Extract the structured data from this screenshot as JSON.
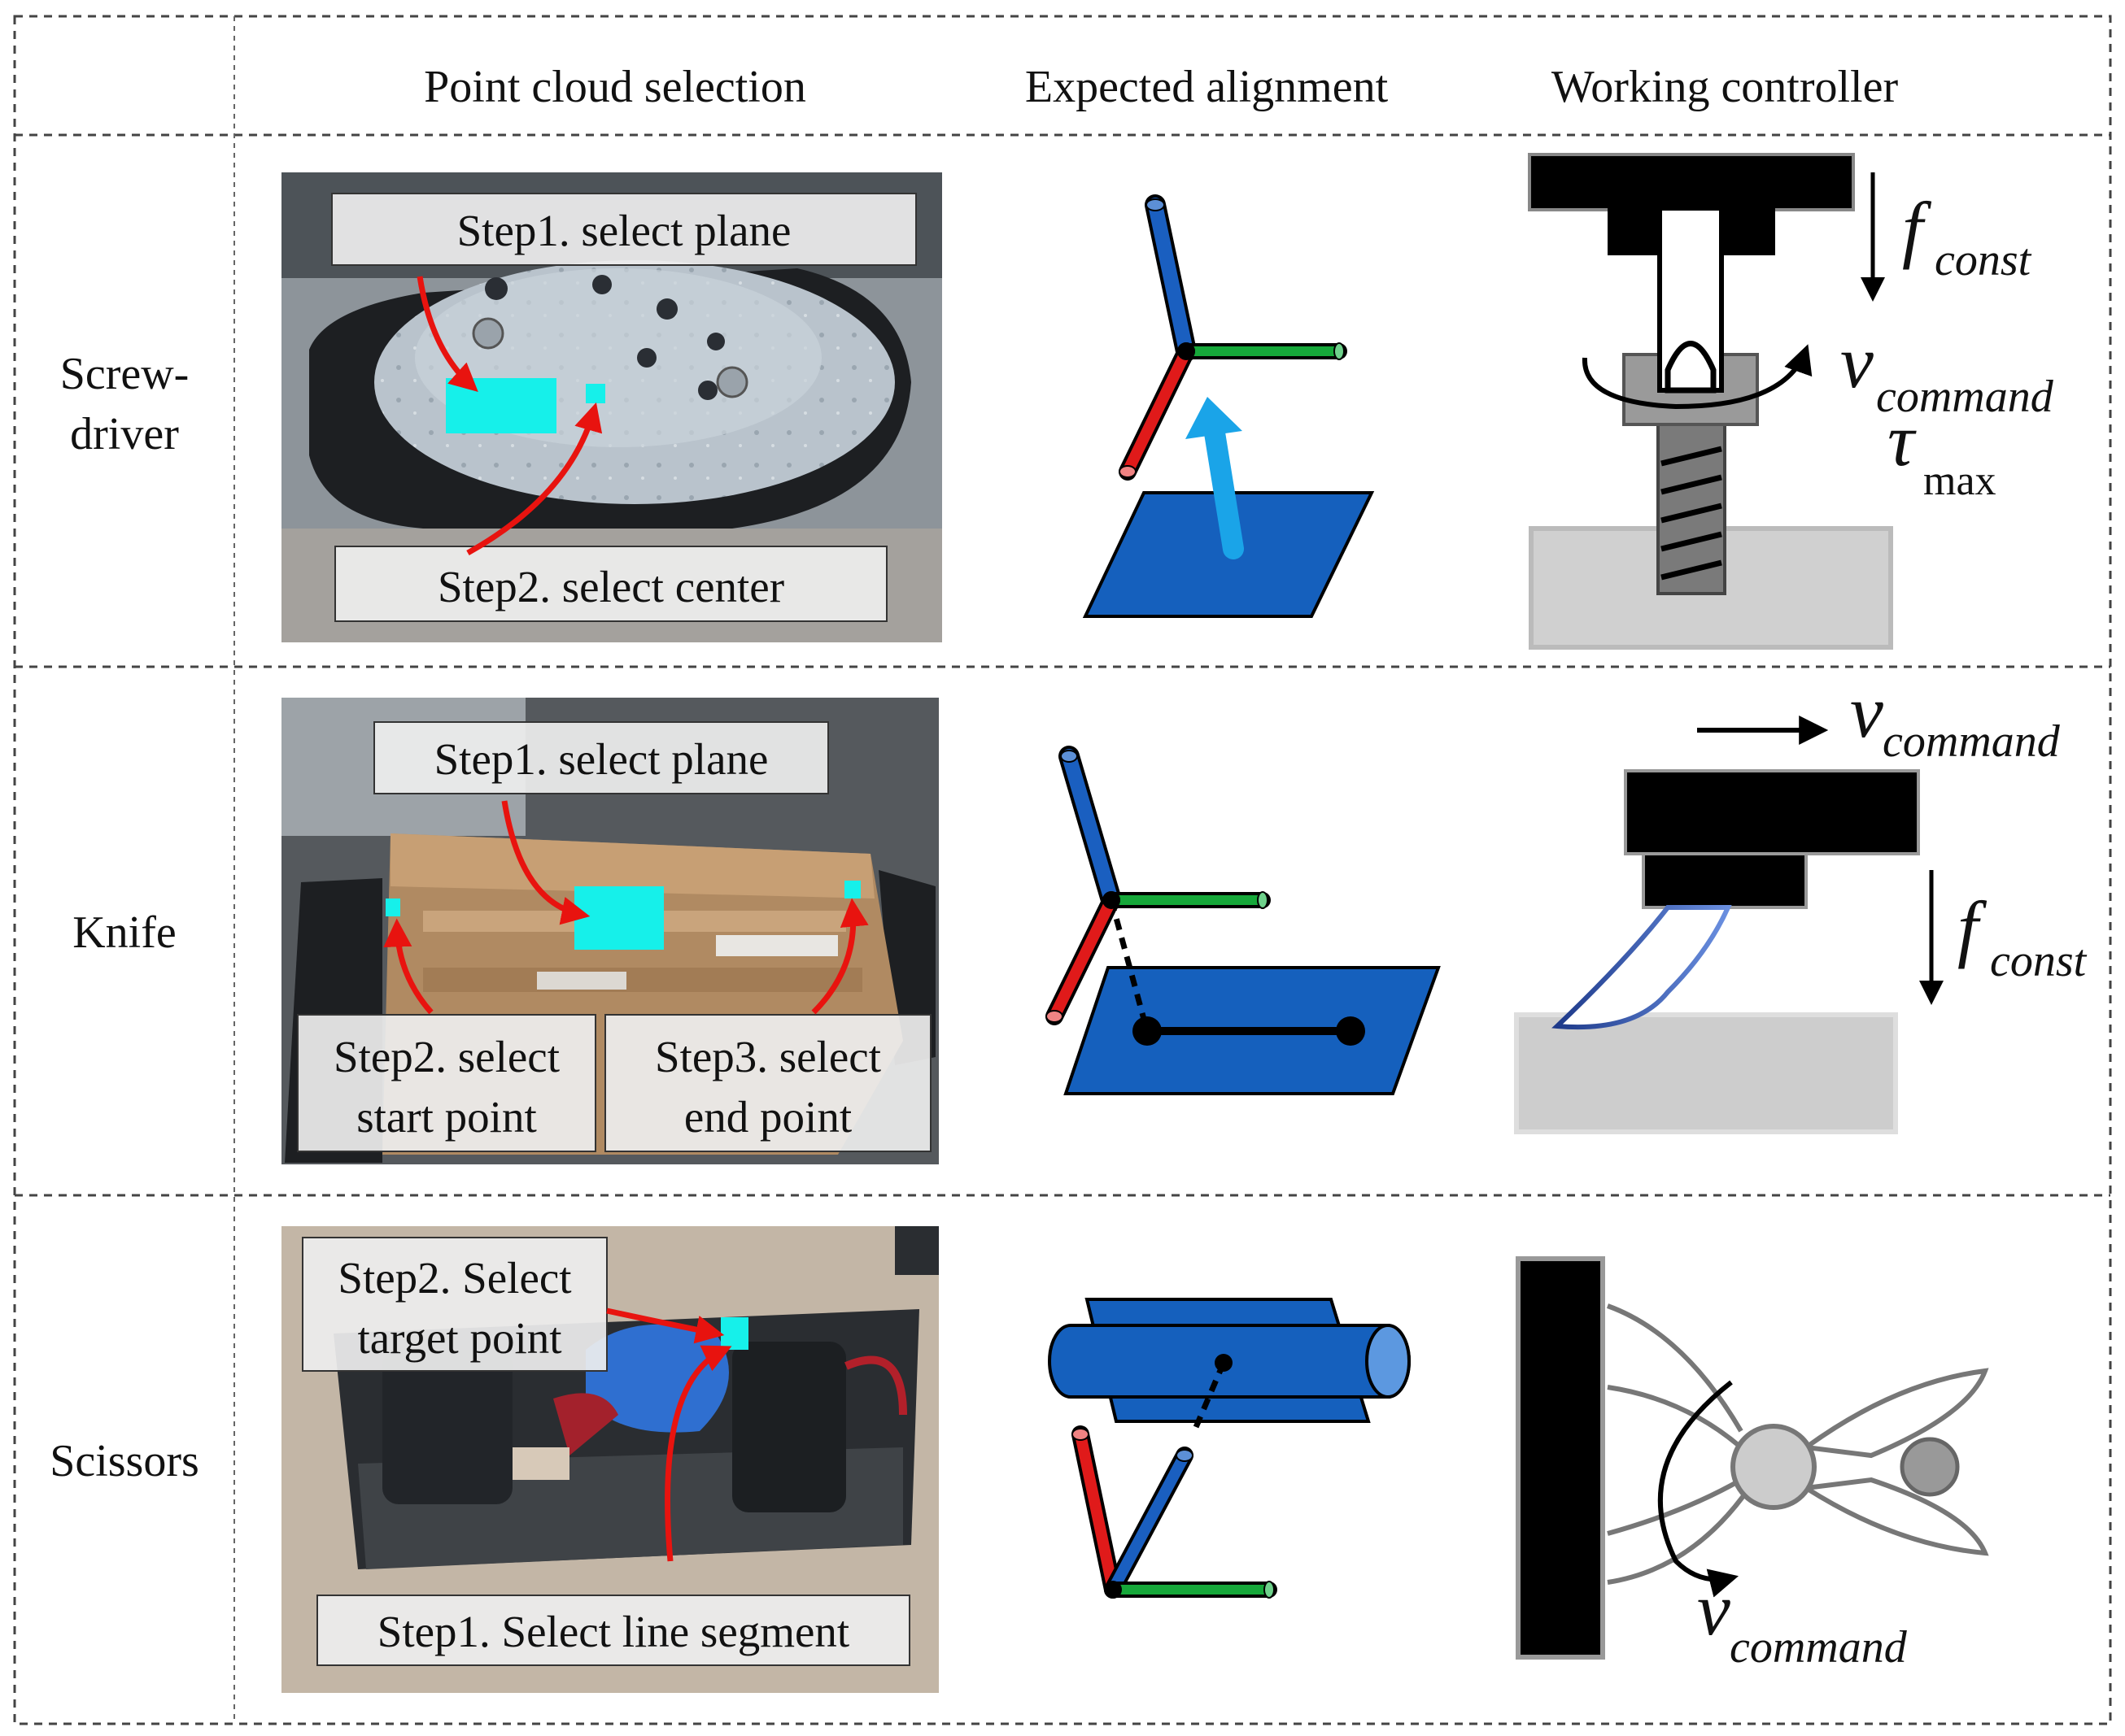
{
  "headers": {
    "col1": "Point cloud selection",
    "col2": "Expected alignment",
    "col3": "Working controller"
  },
  "rows": [
    {
      "label_line1": "Screw-",
      "label_line2": "driver",
      "steps": [
        "Step1. select plane",
        "Step2. select center"
      ],
      "math": {
        "force": "f",
        "force_sub": "const",
        "velocity": "v",
        "velocity_sub": "command",
        "torque": "τ",
        "torque_sub": "max"
      }
    },
    {
      "label_line1": "Knife",
      "steps": [
        "Step1. select plane",
        "Step2. select",
        "start point",
        "Step3. select",
        "end point"
      ],
      "math": {
        "velocity": "v",
        "velocity_sub": "command",
        "force": "f",
        "force_sub": "const"
      }
    },
    {
      "label_line1": "Scissors",
      "steps": [
        "Step2. Select",
        "target point",
        "Step1. Select line segment"
      ],
      "math": {
        "velocity": "v",
        "velocity_sub": "command"
      }
    }
  ],
  "colors": {
    "axis_x": "#e01a1a",
    "axis_y": "#16a83a",
    "axis_z": "#1a5fc0",
    "plane": "#1560bd",
    "normal_arrow": "#1aa4e8",
    "selection": "#16f0ea",
    "annotation_arrow": "#e8130f"
  }
}
